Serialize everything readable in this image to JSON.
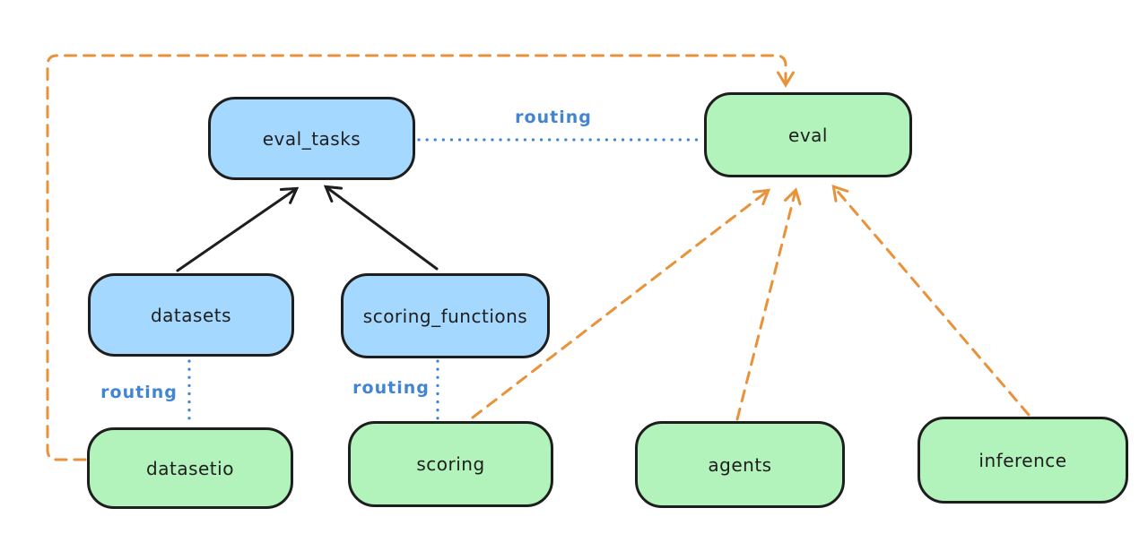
{
  "colors": {
    "background": "#ffffff",
    "node_blue": "#a5d8ff",
    "node_green": "#b2f2bb",
    "stroke_black": "#1e1e1e",
    "routing_blue": "#4285d4",
    "provider_orange": "#e8923a"
  },
  "nodes": [
    {
      "id": "eval_tasks",
      "label": "eval_tasks",
      "color": "blue"
    },
    {
      "id": "eval",
      "label": "eval",
      "color": "green"
    },
    {
      "id": "datasets",
      "label": "datasets",
      "color": "blue"
    },
    {
      "id": "scoring_functions",
      "label": "scoring_functions",
      "color": "blue"
    },
    {
      "id": "datasetio",
      "label": "datasetio",
      "color": "green"
    },
    {
      "id": "scoring",
      "label": "scoring",
      "color": "green"
    },
    {
      "id": "agents",
      "label": "agents",
      "color": "green"
    },
    {
      "id": "inference",
      "label": "inference",
      "color": "green"
    }
  ],
  "edges": [
    {
      "from": "datasets",
      "to": "eval_tasks",
      "style": "solid-black",
      "label": ""
    },
    {
      "from": "scoring_functions",
      "to": "eval_tasks",
      "style": "solid-black",
      "label": ""
    },
    {
      "from": "eval_tasks",
      "to": "eval",
      "style": "dotted-blue",
      "label": "routing"
    },
    {
      "from": "datasets",
      "to": "datasetio",
      "style": "dotted-blue",
      "label": "routing"
    },
    {
      "from": "scoring_functions",
      "to": "scoring",
      "style": "dotted-blue",
      "label": "routing"
    },
    {
      "from": "datasetio",
      "to": "eval",
      "style": "dashed-orange",
      "label": ""
    },
    {
      "from": "scoring",
      "to": "eval",
      "style": "dashed-orange",
      "label": ""
    },
    {
      "from": "agents",
      "to": "eval",
      "style": "dashed-orange",
      "label": ""
    },
    {
      "from": "inference",
      "to": "eval",
      "style": "dashed-orange",
      "label": ""
    }
  ]
}
